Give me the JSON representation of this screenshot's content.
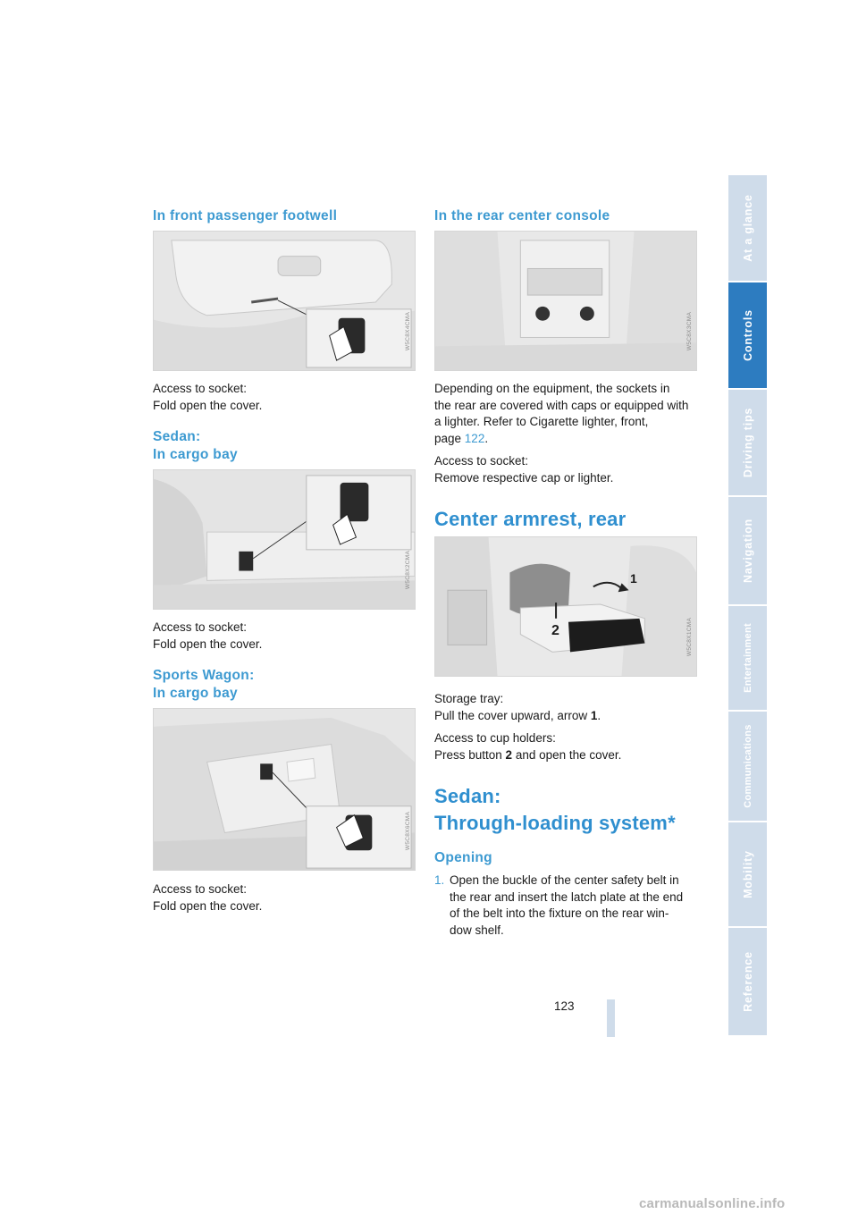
{
  "left": {
    "s1_heading": "In front passenger footwell",
    "s1_line1": "Access to socket:",
    "s1_line2": "Fold open the cover.",
    "s2_heading_1": "Sedan:",
    "s2_heading_2": "In cargo bay",
    "s2_line1": "Access to socket:",
    "s2_line2": "Fold open the cover.",
    "s3_heading_1": "Sports Wagon:",
    "s3_heading_2": "In cargo bay",
    "s3_line1": "Access to socket:",
    "s3_line2": "Fold open the cover."
  },
  "right": {
    "s1_heading": "In the rear center console",
    "s1_para1_a": "Depending on the equipment, the sockets in",
    "s1_para1_b": "the rear are covered with caps or equipped with",
    "s1_para1_c": "a lighter. Refer to Cigarette lighter, front,",
    "s1_para1_d": "page ",
    "s1_page_link": "122",
    "s1_para1_end": ".",
    "s1_para2_a": "Access to socket:",
    "s1_para2_b": "Remove respective cap or lighter.",
    "armrest_heading": "Center armrest, rear",
    "armrest_label_1": "1",
    "armrest_label_2": "2",
    "storage_line1": "Storage tray:",
    "storage_line2_a": "Pull the cover upward, arrow ",
    "storage_line2_b": "1",
    "storage_line2_c": ".",
    "cup_line1": "Access to cup holders:",
    "cup_line2_a": "Press button ",
    "cup_line2_b": "2",
    "cup_line2_c": " and open the cover.",
    "through_heading_1": "Sedan:",
    "through_heading_2": "Through-loading system*",
    "opening_heading": "Opening",
    "step1_num": "1.",
    "step1_a": "Open the buckle of the center safety belt in",
    "step1_b": "the rear and insert the latch plate at the end",
    "step1_c": "of the belt into the fixture on the rear win-",
    "step1_d": "dow shelf."
  },
  "figure_codes": {
    "fig1": "W5C8X4CMA",
    "fig2": "W5C8X2CMA",
    "fig3": "W5C8X6CMA",
    "fig4": "W5C8X3CMA",
    "fig5": "W5C8X1CMA"
  },
  "side_tabs": [
    "At a glance",
    "Controls",
    "Driving tips",
    "Navigation",
    "Entertainment",
    "Communications",
    "Mobility",
    "Reference"
  ],
  "active_tab": "Controls",
  "page_number": "123",
  "watermark": "carmanualsonline.info",
  "colors": {
    "accent": "#3d9ad1",
    "tab_active": "#2d7cc0",
    "tab_inactive": "#cfdcea"
  }
}
